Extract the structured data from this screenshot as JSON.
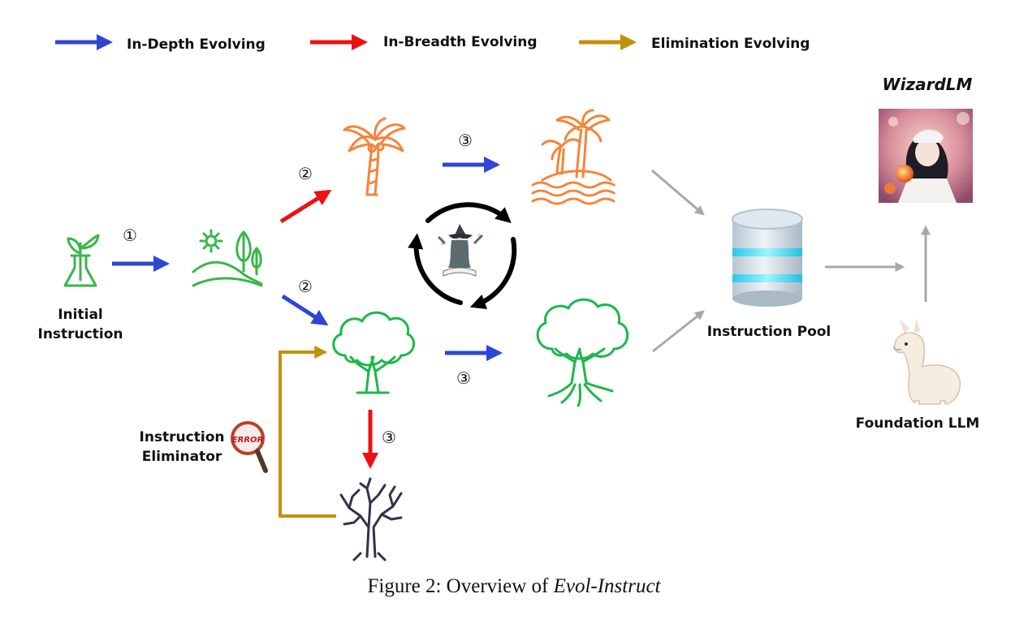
{
  "legend": {
    "in_depth": "In-Depth Evolving",
    "in_breadth": "In-Breadth Evolving",
    "elimination": "Elimination Evolving"
  },
  "colors": {
    "in_depth": "#2f46d4",
    "in_breadth": "#ee1111",
    "elimination": "#c4900a",
    "flow": "#a8a8a8",
    "green": "#3ab54a",
    "tree_green": "#1cb84a",
    "orange": "#f4853b",
    "dead": "#2f3448"
  },
  "steps": {
    "one": "①",
    "two": "②",
    "three": "③"
  },
  "labels": {
    "initial_line1": "Initial",
    "initial_line2": "Instruction",
    "eliminator_line1": "Instruction",
    "eliminator_line2": "Eliminator",
    "error_stamp": "ERROR",
    "pool": "Instruction Pool",
    "foundation": "Foundation LLM",
    "wizardlm": "WizardLM"
  },
  "caption": {
    "prefix": "Figure 2: Overview of ",
    "emph": "Evol-Instruct"
  },
  "icons": {
    "initial": "sprout-flask-icon",
    "landscape": "sun-trees-landscape-icon",
    "palm": "palm-tree-icon",
    "island": "palm-island-icon",
    "tree": "tree-icon",
    "rooted_tree": "tree-with-roots-icon",
    "dead_tree": "dead-tree-icon",
    "cycle": "evolution-cycle-icon",
    "wizard": "wizard-icon",
    "eliminator": "magnifier-error-icon",
    "database": "database-icon",
    "llama": "llama-icon",
    "wizardlm_portrait": "wizardlm-portrait-icon"
  }
}
